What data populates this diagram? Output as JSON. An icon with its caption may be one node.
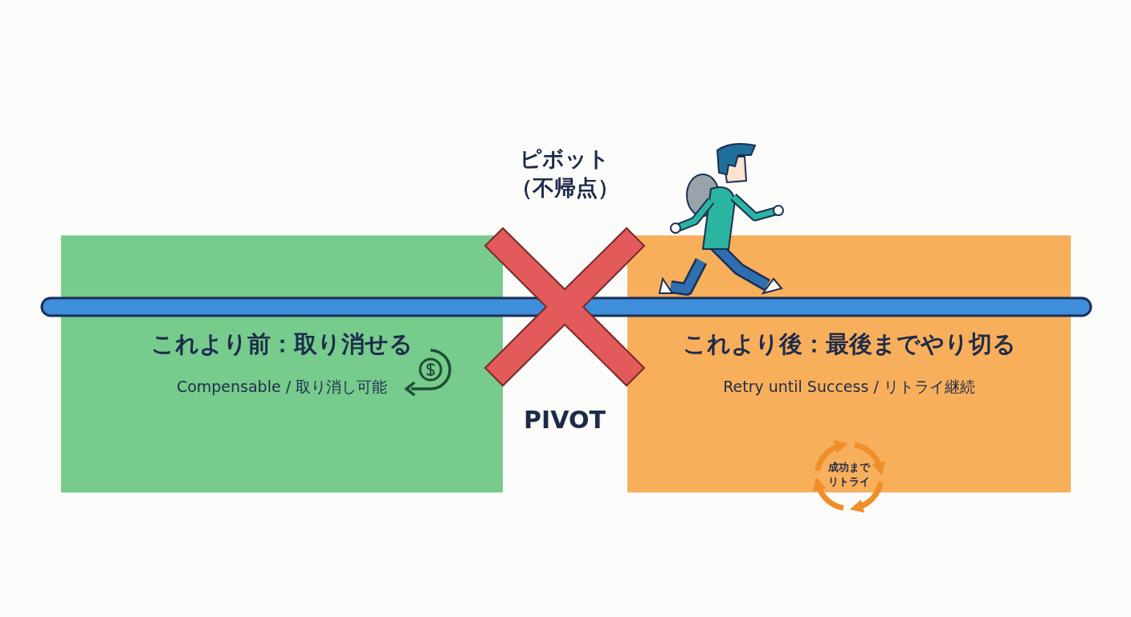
{
  "diagram": {
    "nodes": [
      {
        "text": [
          "これより前：取り消せる",
          "Compensable / 取り消し可能"
        ]
      },
      {
        "text": [],
        "shape": "cross",
        "beside": [
          "ピボット（不帰点）",
          "PIVOT"
        ]
      },
      {
        "text": [
          "これより後：最後までやり切る",
          "Retry until Success / リトライ継続"
        ]
      },
      {
        "text": [
          "成功までリトライ"
        ]
      },
      {
        "text": [],
        "shape": "bar"
      }
    ],
    "edges": []
  }
}
